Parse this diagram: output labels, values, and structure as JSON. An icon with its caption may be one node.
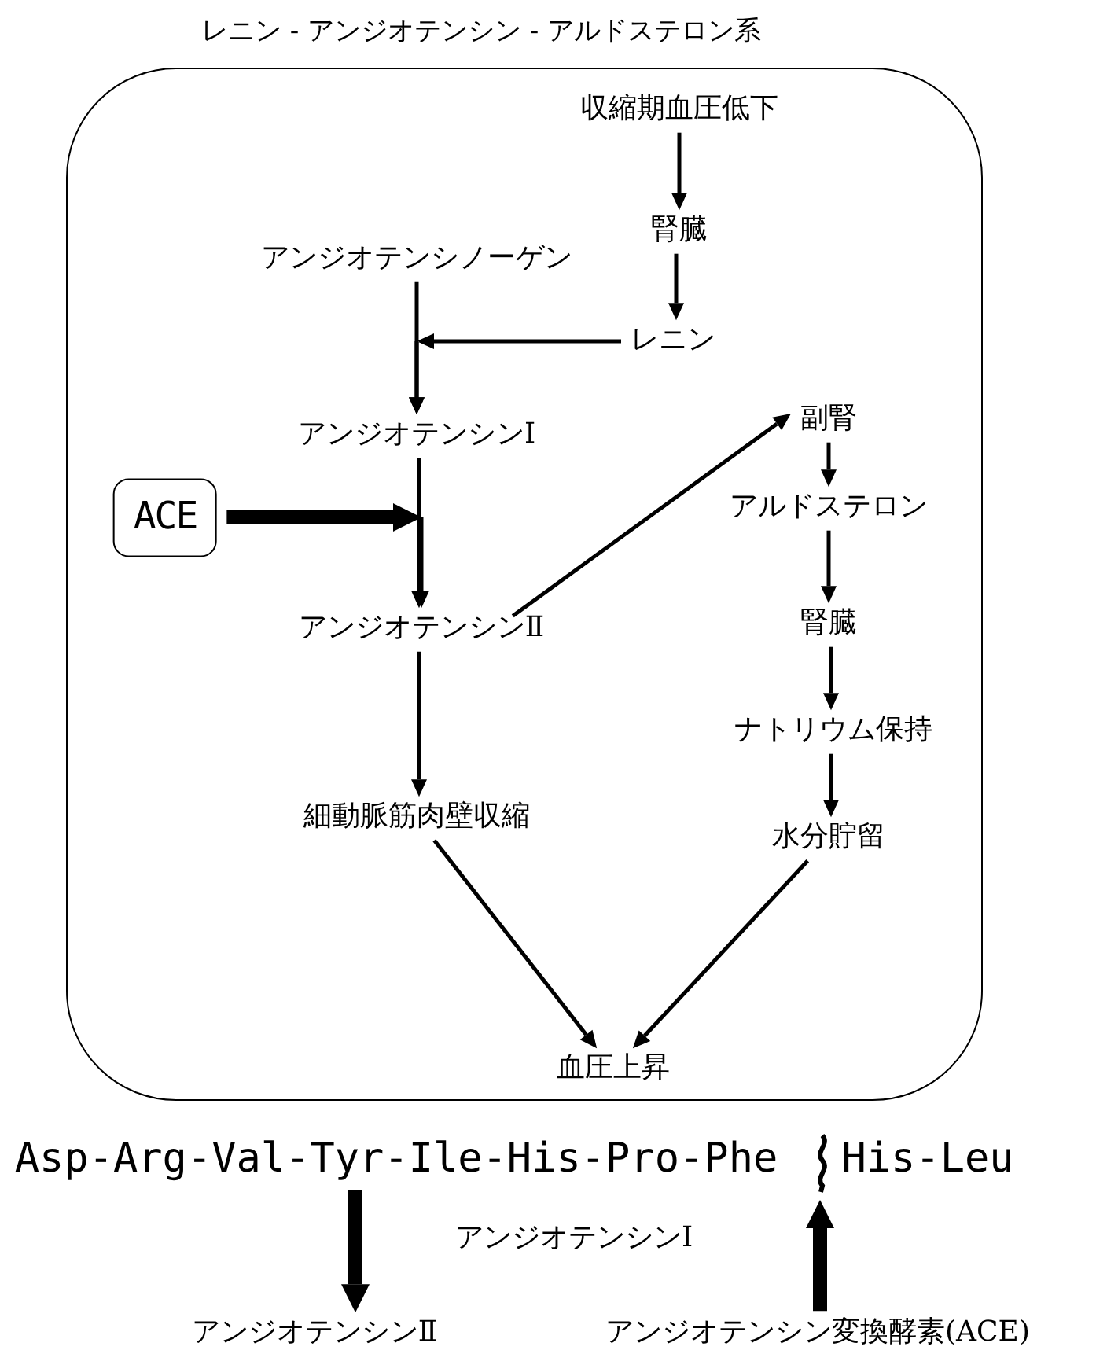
{
  "diagram": {
    "nodes": [
      {
        "text": [
          "レニン - アンジオテンシン - アルドステロン系"
        ]
      },
      {
        "text": [
          "収縮期血圧低下"
        ],
        "in": 0
      },
      {
        "text": [
          "腎臓"
        ],
        "in": 0
      },
      {
        "text": [
          "アンジオテンシノーゲン"
        ],
        "in": 0
      },
      {
        "text": [
          "レニン"
        ],
        "in": 0
      },
      {
        "text": [
          "アンジオテンシンⅠ"
        ],
        "in": 0
      },
      {
        "text": [
          "ACE"
        ],
        "in": 0
      },
      {
        "text": [
          "アンジオテンシンⅡ"
        ],
        "in": 0
      },
      {
        "text": [
          "副腎"
        ],
        "in": 0
      },
      {
        "text": [
          "アルドステロン"
        ],
        "in": 0
      },
      {
        "text": [
          "腎臓"
        ],
        "in": 0
      },
      {
        "text": [
          "ナトリウム保持"
        ],
        "in": 0
      },
      {
        "text": [
          "細動脈筋肉壁収縮"
        ],
        "in": 0
      },
      {
        "text": [
          "水分貯留"
        ],
        "in": 0
      },
      {
        "text": [
          "血圧上昇"
        ],
        "in": 0
      },
      {
        "text": [
          "Asp-Arg-Val-Tyr-Ile-His-Pro-Phe"
        ]
      },
      {
        "text": [
          "His-Leu"
        ]
      },
      {
        "text": [],
        "shape": "wave"
      },
      {
        "text": [
          "アンジオテンシンⅡ"
        ]
      },
      {
        "text": [
          "アンジオテンシン変換酵素(ACE)"
        ]
      }
    ],
    "edges": [
      {
        "from": 1,
        "to": 2,
        "arrow": "to"
      },
      {
        "from": 2,
        "to": 4,
        "arrow": "to"
      },
      {
        "from": 3,
        "to": 5,
        "arrow": "to"
      },
      {
        "from": 4,
        "to": 5,
        "arrow": "to"
      },
      {
        "from": 5,
        "to": 7,
        "arrow": "to"
      },
      {
        "from": 6,
        "to": 7,
        "arrow": "to",
        "style": "thick"
      },
      {
        "from": 7,
        "to": 8,
        "arrow": "to"
      },
      {
        "from": 8,
        "to": 9,
        "arrow": "to"
      },
      {
        "from": 9,
        "to": 10,
        "arrow": "to"
      },
      {
        "from": 10,
        "to": 11,
        "arrow": "to"
      },
      {
        "from": 11,
        "to": 13,
        "arrow": "to"
      },
      {
        "from": 7,
        "to": 12,
        "arrow": "to"
      },
      {
        "from": 12,
        "to": 14,
        "arrow": "to"
      },
      {
        "from": 13,
        "to": 14,
        "arrow": "to"
      },
      {
        "from": 15,
        "to": 18,
        "arrow": "to",
        "style": "thick"
      },
      {
        "from": 19,
        "to": 17,
        "arrow": "to",
        "style": "thick"
      }
    ],
    "labels": [
      "アンジオテンシンⅠ"
    ]
  }
}
